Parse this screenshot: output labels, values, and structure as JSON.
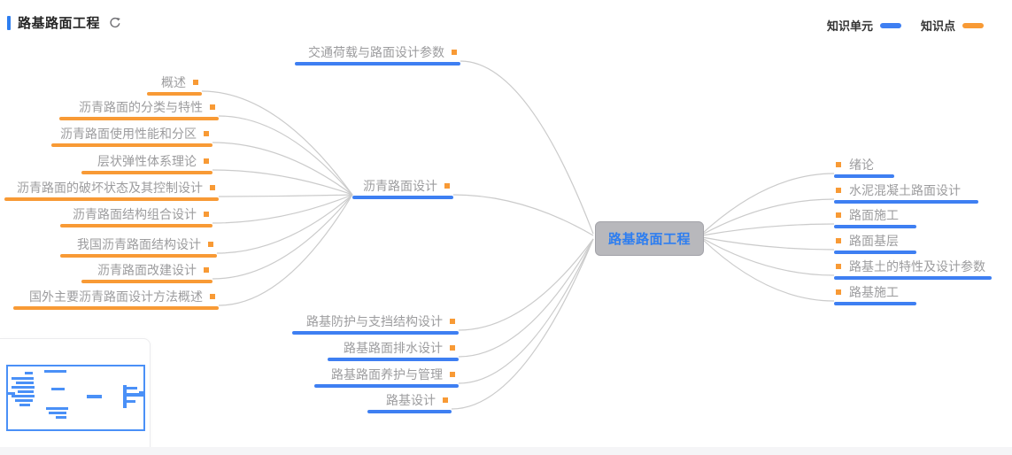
{
  "header": {
    "title": "路基路面工程"
  },
  "legend": [
    {
      "label": "知识单元",
      "color": "#3e7ff2"
    },
    {
      "label": "知识点",
      "color": "#f89a35"
    }
  ],
  "mindmap": {
    "root": "路基路面工程",
    "traffic_branch": "交通荷载与路面设计参数",
    "asphalt": {
      "label": "沥青路面设计",
      "children": [
        "概述",
        "沥青路面的分类与特性",
        "沥青路面使用性能和分区",
        "层状弹性体系理论",
        "沥青路面的破坏状态及其控制设计",
        "沥青路面结构组合设计",
        "我国沥青路面结构设计",
        "沥青路面改建设计",
        "国外主要沥青路面设计方法概述"
      ]
    },
    "bottom_branches": [
      "路基防护与支挡结构设计",
      "路基路面排水设计",
      "路基路面养护与管理",
      "路基设计"
    ],
    "right_branches": [
      "绪论",
      "水泥混凝土路面设计",
      "路面施工",
      "路面基层",
      "路基土的特性及设计参数",
      "路基施工"
    ]
  },
  "colors": {
    "knowledge_unit_blue": "#3e7ff2",
    "knowledge_point_orange": "#f89a35",
    "edge_gray": "#cbcbcb",
    "center_node_bg": "#b8b8bc",
    "center_node_text": "#2e7ef0",
    "label_gray": "#9c9c9e"
  }
}
